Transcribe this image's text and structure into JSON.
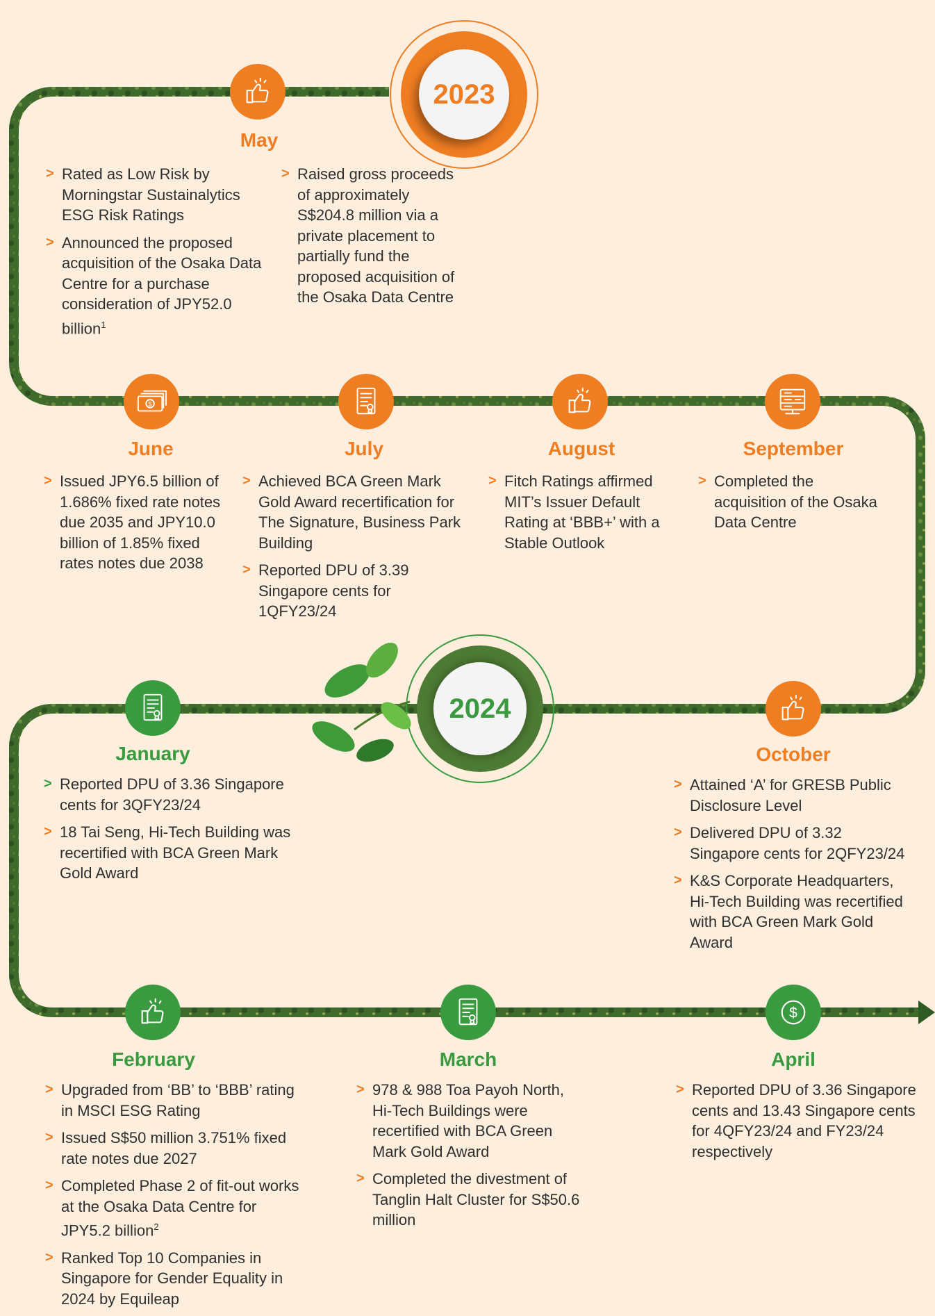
{
  "years": {
    "y2023": "2023",
    "y2024": "2024"
  },
  "colors": {
    "orange": "#ef7d22",
    "green": "#3a9a3f",
    "text": "#2f2f2f",
    "background": "#fdeedd",
    "path": "#355f2a"
  },
  "months": {
    "may": {
      "label": "May",
      "icon": "thumbs-up-icon",
      "items_left": [
        "Rated as Low Risk by Morningstar Sustainalytics ESG Risk Ratings",
        "Announced the proposed acquisition of the Osaka Data Centre for a purchase consideration of JPY52.0 billion"
      ],
      "footnote_left": "1",
      "items_right": [
        "Raised gross proceeds of approximately S$204.8 million via a private placement to partially fund the proposed acquisition of the Osaka Data Centre"
      ]
    },
    "june": {
      "label": "June",
      "icon": "banknotes-icon",
      "items": [
        "Issued JPY6.5 billion of 1.686% fixed rate notes due 2035 and JPY10.0 billion of 1.85% fixed rates notes due 2038"
      ]
    },
    "july": {
      "label": "July",
      "icon": "certificate-icon",
      "items": [
        "Achieved BCA Green Mark Gold Award recertification for The Signature, Business Park Building",
        "Reported DPU of 3.39 Singapore cents for 1QFY23/24"
      ]
    },
    "august": {
      "label": "August",
      "icon": "thumbs-up-icon",
      "items": [
        "Fitch Ratings affirmed MIT’s Issuer Default Rating at ‘BBB+’ with a Stable Outlook"
      ]
    },
    "september": {
      "label": "September",
      "icon": "server-icon",
      "items": [
        "Completed the acquisition of the Osaka Data Centre"
      ]
    },
    "october": {
      "label": "October",
      "icon": "thumbs-up-icon",
      "items": [
        "Attained ‘A’ for GRESB Public Disclosure Level",
        "Delivered DPU of 3.32 Singapore cents for 2QFY23/24",
        "K&S Corporate Headquarters, Hi-Tech Building was recertified with BCA Green Mark Gold Award"
      ]
    },
    "january": {
      "label": "January",
      "icon": "certificate-icon",
      "items": [
        "Reported DPU of 3.36 Singapore cents for 3QFY23/24",
        "18 Tai Seng, Hi-Tech Building was recertified with BCA Green Mark Gold Award"
      ]
    },
    "february": {
      "label": "February",
      "icon": "thumbs-up-icon",
      "items": [
        "Upgraded from ‘BB’ to ‘BBB’ rating in MSCI ESG Rating",
        "Issued S$50 million 3.751% fixed rate notes due 2027"
      ],
      "item3": "Completed Phase 2 of fit-out works at the Osaka Data Centre for JPY5.2 billion",
      "footnote3": "2",
      "item4": "Ranked Top 10 Companies in Singapore for Gender Equality in 2024 by Equileap"
    },
    "march": {
      "label": "March",
      "icon": "certificate-icon",
      "items": [
        "978 & 988 Toa Payoh North, Hi-Tech Buildings were recertified with BCA Green Mark Gold Award",
        "Completed the divestment of Tanglin Halt Cluster for S$50.6 million"
      ]
    },
    "april": {
      "label": "April",
      "icon": "dollar-circle-icon",
      "items": [
        "Reported DPU of 3.36 Singapore cents and 13.43 Singapore cents for 4QFY23/24 and FY23/24 respectively"
      ]
    }
  }
}
